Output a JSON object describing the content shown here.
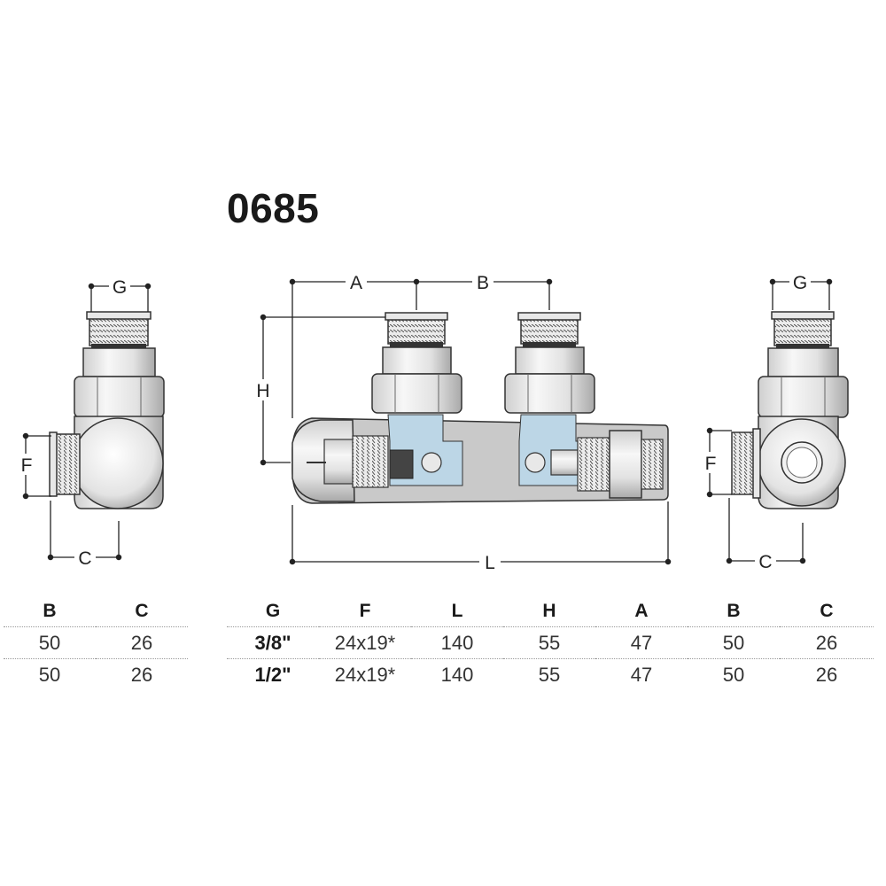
{
  "product_code": "0685",
  "dimension_letters": {
    "left": {
      "G": "G",
      "F": "F",
      "C": "C"
    },
    "center": {
      "A": "A",
      "B": "B",
      "H": "H",
      "L": "L"
    },
    "right": {
      "G": "G",
      "F": "F",
      "C": "C"
    }
  },
  "left_table": {
    "headers": [
      "B",
      "C"
    ],
    "rows": [
      [
        "50",
        "26"
      ],
      [
        "50",
        "26"
      ]
    ]
  },
  "main_table": {
    "headers": [
      "G",
      "F",
      "L",
      "H",
      "A",
      "B",
      "C"
    ],
    "rows": [
      [
        "3/8\"",
        "24x19*",
        "140",
        "55",
        "47",
        "50",
        "26"
      ],
      [
        "1/2\"",
        "24x19*",
        "140",
        "55",
        "47",
        "50",
        "26"
      ]
    ]
  },
  "colors": {
    "body_gray": "#c9c9c9",
    "section_blue": "#bcd6e6",
    "dim_line": "#222222"
  }
}
